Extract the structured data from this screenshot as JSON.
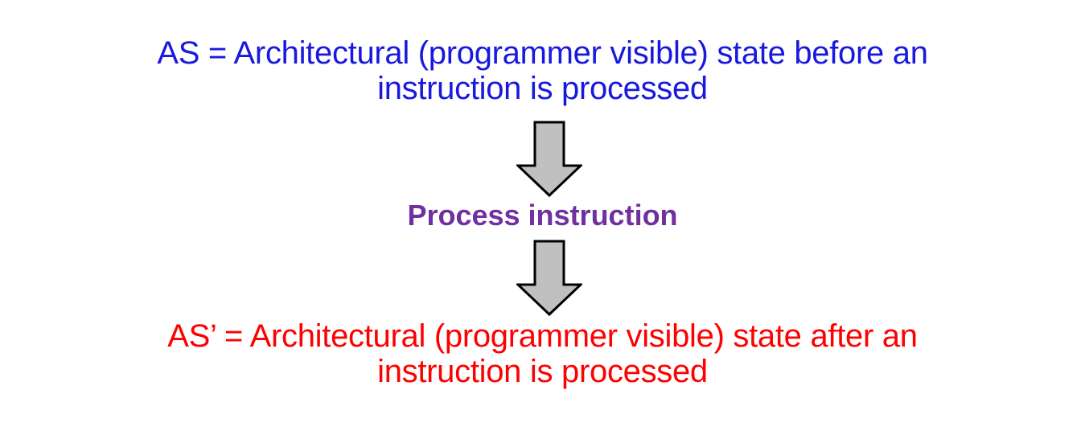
{
  "slide": {
    "background_color": "#FFFFFF",
    "before_state": {
      "text": "AS = Architectural (programmer visible) state before an\ninstruction is processed",
      "color": "#1818E0"
    },
    "process_step": {
      "label": "Process instruction",
      "color": "#70309F"
    },
    "after_state": {
      "text": "AS’ = Architectural (programmer visible) state after an\ninstruction is processed",
      "color": "#FE0000"
    },
    "arrows": [
      {
        "name": "down-arrow-top",
        "direction": "down",
        "fill": "#C0C0C0",
        "stroke": "#000000"
      },
      {
        "name": "down-arrow-bottom",
        "direction": "down",
        "fill": "#C0C0C0",
        "stroke": "#000000"
      }
    ]
  }
}
